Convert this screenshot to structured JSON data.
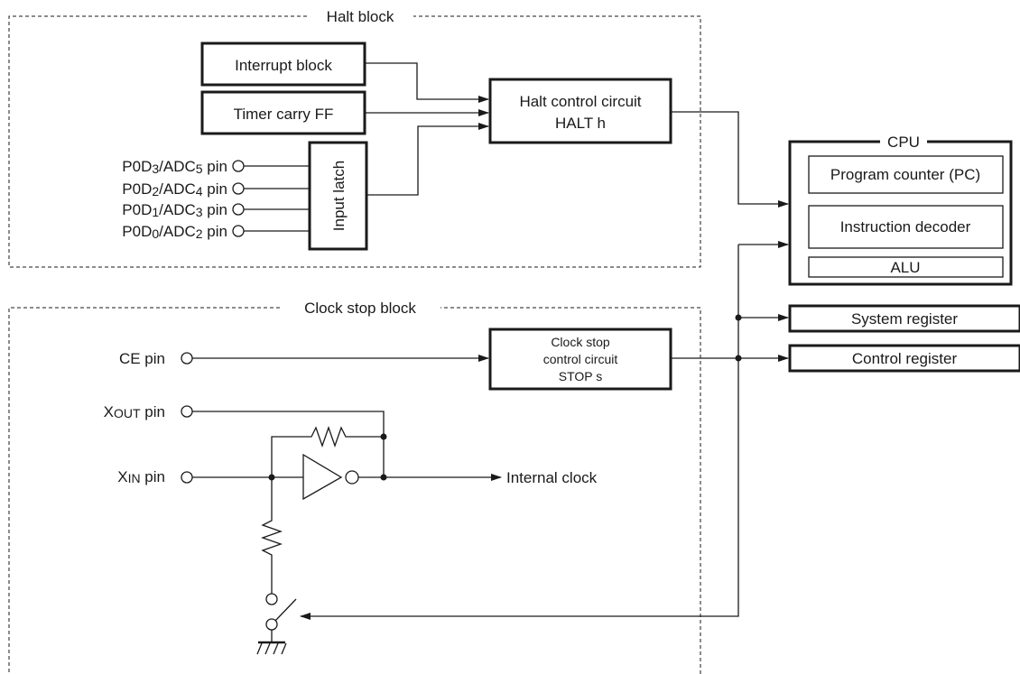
{
  "halt_block": {
    "title": "Halt block",
    "interrupt_block": "Interrupt block",
    "timer_carry_ff": "Timer carry FF",
    "input_latch": "Input latch",
    "halt_control_line1": "Halt control circuit",
    "halt_control_line2": "HALT h",
    "pins": [
      {
        "base": "P0D",
        "sub": "3",
        "mid": "/ADC",
        "sub2": "5",
        "suffix": " pin"
      },
      {
        "base": "P0D",
        "sub": "2",
        "mid": "/ADC",
        "sub2": "4",
        "suffix": " pin"
      },
      {
        "base": "P0D",
        "sub": "1",
        "mid": "/ADC",
        "sub2": "3",
        "suffix": " pin"
      },
      {
        "base": "P0D",
        "sub": "0",
        "mid": "/ADC",
        "sub2": "2",
        "suffix": " pin"
      }
    ]
  },
  "cpu": {
    "title": "CPU",
    "program_counter": "Program counter (PC)",
    "instruction_decoder": "Instruction decoder",
    "alu": "ALU"
  },
  "system_register": "System register",
  "control_register": "Control register",
  "clock_stop_block": {
    "title": "Clock stop block",
    "ce_pin": "CE pin",
    "clock_stop_line1": "Clock stop",
    "clock_stop_line2": "control circuit",
    "clock_stop_line3": "STOP s",
    "xout": {
      "base": "X",
      "sub": "OUT",
      "suffix": " pin"
    },
    "xin": {
      "base": "X",
      "sub": "IN",
      "suffix": " pin"
    },
    "internal_clock": "Internal clock"
  }
}
